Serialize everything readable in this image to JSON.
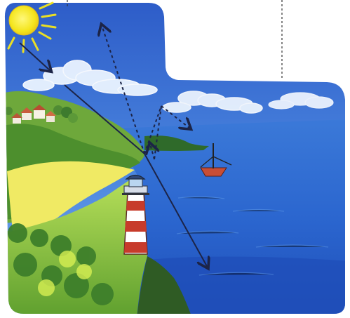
{
  "scene": {
    "kind": "illustrated coastal diagram",
    "elements": [
      "sun-icon",
      "cloud-icon",
      "sea",
      "cliff",
      "beach",
      "village",
      "lighthouse-icon",
      "sailboat-icon"
    ]
  },
  "arrows": [
    {
      "style": "solid",
      "role": "sunlight-arrow"
    },
    {
      "style": "dashed",
      "role": "reflected-arrow"
    },
    {
      "style": "dashed",
      "role": "cloud-arrow"
    }
  ],
  "colors": {
    "sky": "#2e6fd0",
    "sea": "#2b66cf",
    "deep_sea": "#1f4eb8",
    "sun": "#f4e51c",
    "beach": "#f0ea64",
    "grass": "#9bd447",
    "lighthouse_red": "#c73b2b",
    "arrow": "#1c2447"
  }
}
